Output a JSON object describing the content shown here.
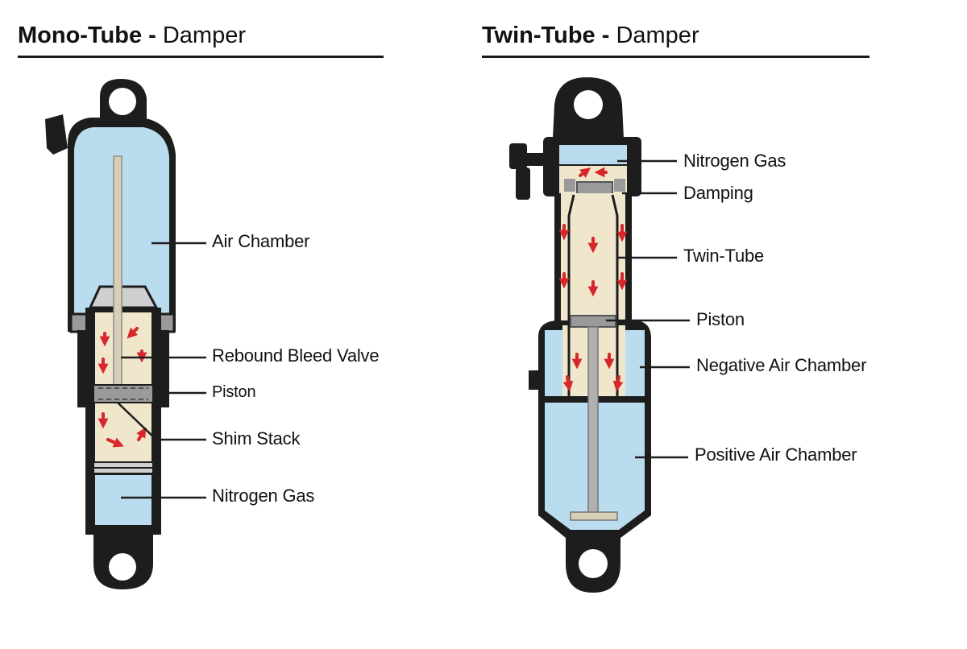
{
  "mono": {
    "title_bold": "Mono-Tube",
    "title_sep": " - ",
    "title_rest": "Damper",
    "labels": {
      "air_chamber": "Air Chamber",
      "rebound_bleed_valve": "Rebound Bleed Valve",
      "piston": "Piston",
      "shim_stack": "Shim Stack",
      "nitrogen_gas": "Nitrogen Gas"
    }
  },
  "twin": {
    "title_bold": "Twin-Tube",
    "title_sep": " - ",
    "title_rest": "Damper",
    "labels": {
      "nitrogen_gas": "Nitrogen Gas",
      "damping": "Damping",
      "twin_tube": "Twin-Tube",
      "piston": "Piston",
      "negative_air_chamber": "Negative Air Chamber",
      "positive_air_chamber": "Positive Air Chamber"
    }
  },
  "colors": {
    "air": "#b9dcef",
    "oil": "#efe6cc",
    "frame": "#1d1d1d",
    "metal": "#9a9a9a",
    "flow_arrow": "#d8262a"
  }
}
